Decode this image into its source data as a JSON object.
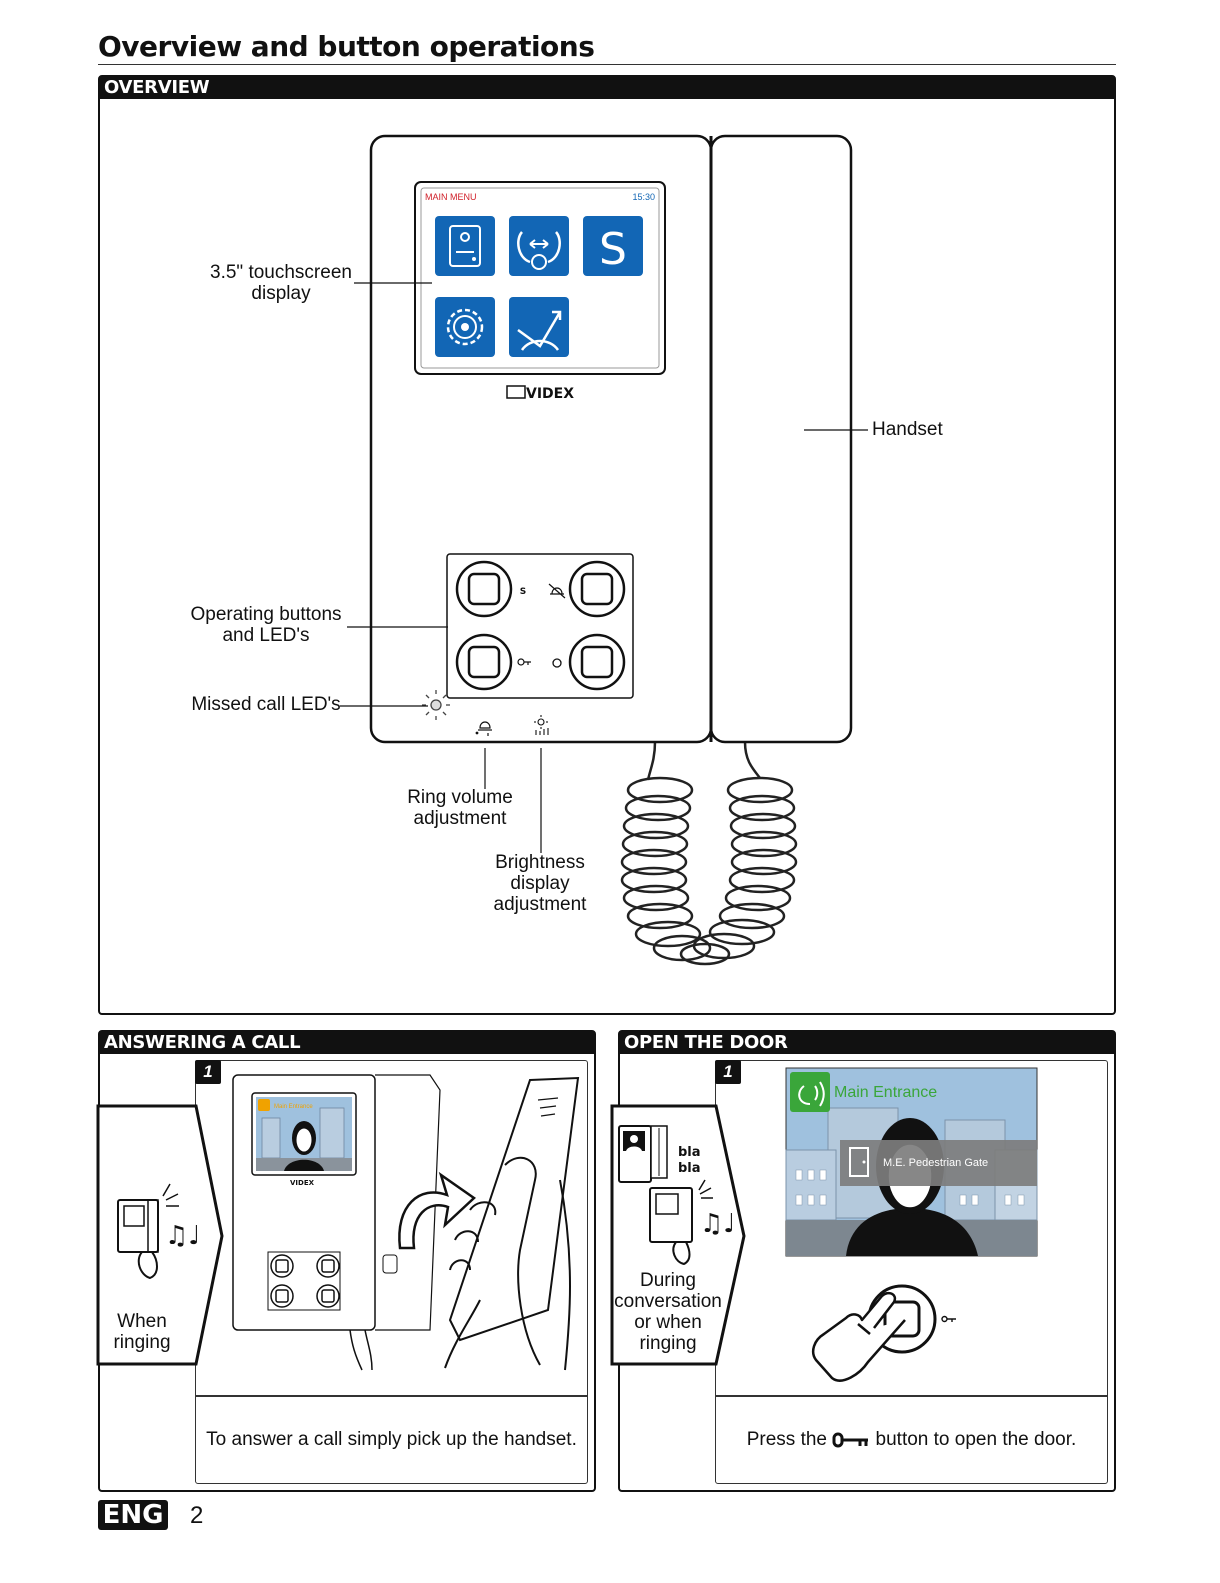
{
  "page": {
    "title": "Overview and button operations",
    "language_badge": "ENG",
    "page_number": "2"
  },
  "overview": {
    "header": "OVERVIEW",
    "screen": {
      "menu_label": "MAIN MENU",
      "time": "15:30",
      "brand": "VIDEX"
    },
    "callouts": {
      "touchscreen": "3.5\" touchscreen display",
      "touchscreen_l1": "3.5\" touchscreen",
      "touchscreen_l2": "display",
      "handset": "Handset",
      "buttons_l1": "Operating buttons",
      "buttons_l2": "and LED's",
      "missed": "Missed call LED's",
      "ring_l1": "Ring volume",
      "ring_l2": "adjustment",
      "bright_l1": "Brightness",
      "bright_l2": "display",
      "bright_l3": "adjustment"
    },
    "button_labels": {
      "top_middle_left": "S"
    }
  },
  "answering": {
    "header": "ANSWERING A CALL",
    "step": "1",
    "side_label_l1": "When",
    "side_label_l2": "ringing",
    "mini_screen_label": "Main Entrance",
    "mini_brand": "VIDEX",
    "caption": "To answer a call simply pick up the handset."
  },
  "open_door": {
    "header": "OPEN THE DOOR",
    "step": "1",
    "side_bla1": "bla",
    "side_bla2": "bla",
    "side_label_l1": "During",
    "side_label_l2": "conversation",
    "side_label_l3": "or when",
    "side_label_l4": "ringing",
    "screen_title": "Main Entrance",
    "gate_label": "M.E. Pedestrian Gate",
    "caption_before": "Press the",
    "caption_after": "button to open the door."
  }
}
